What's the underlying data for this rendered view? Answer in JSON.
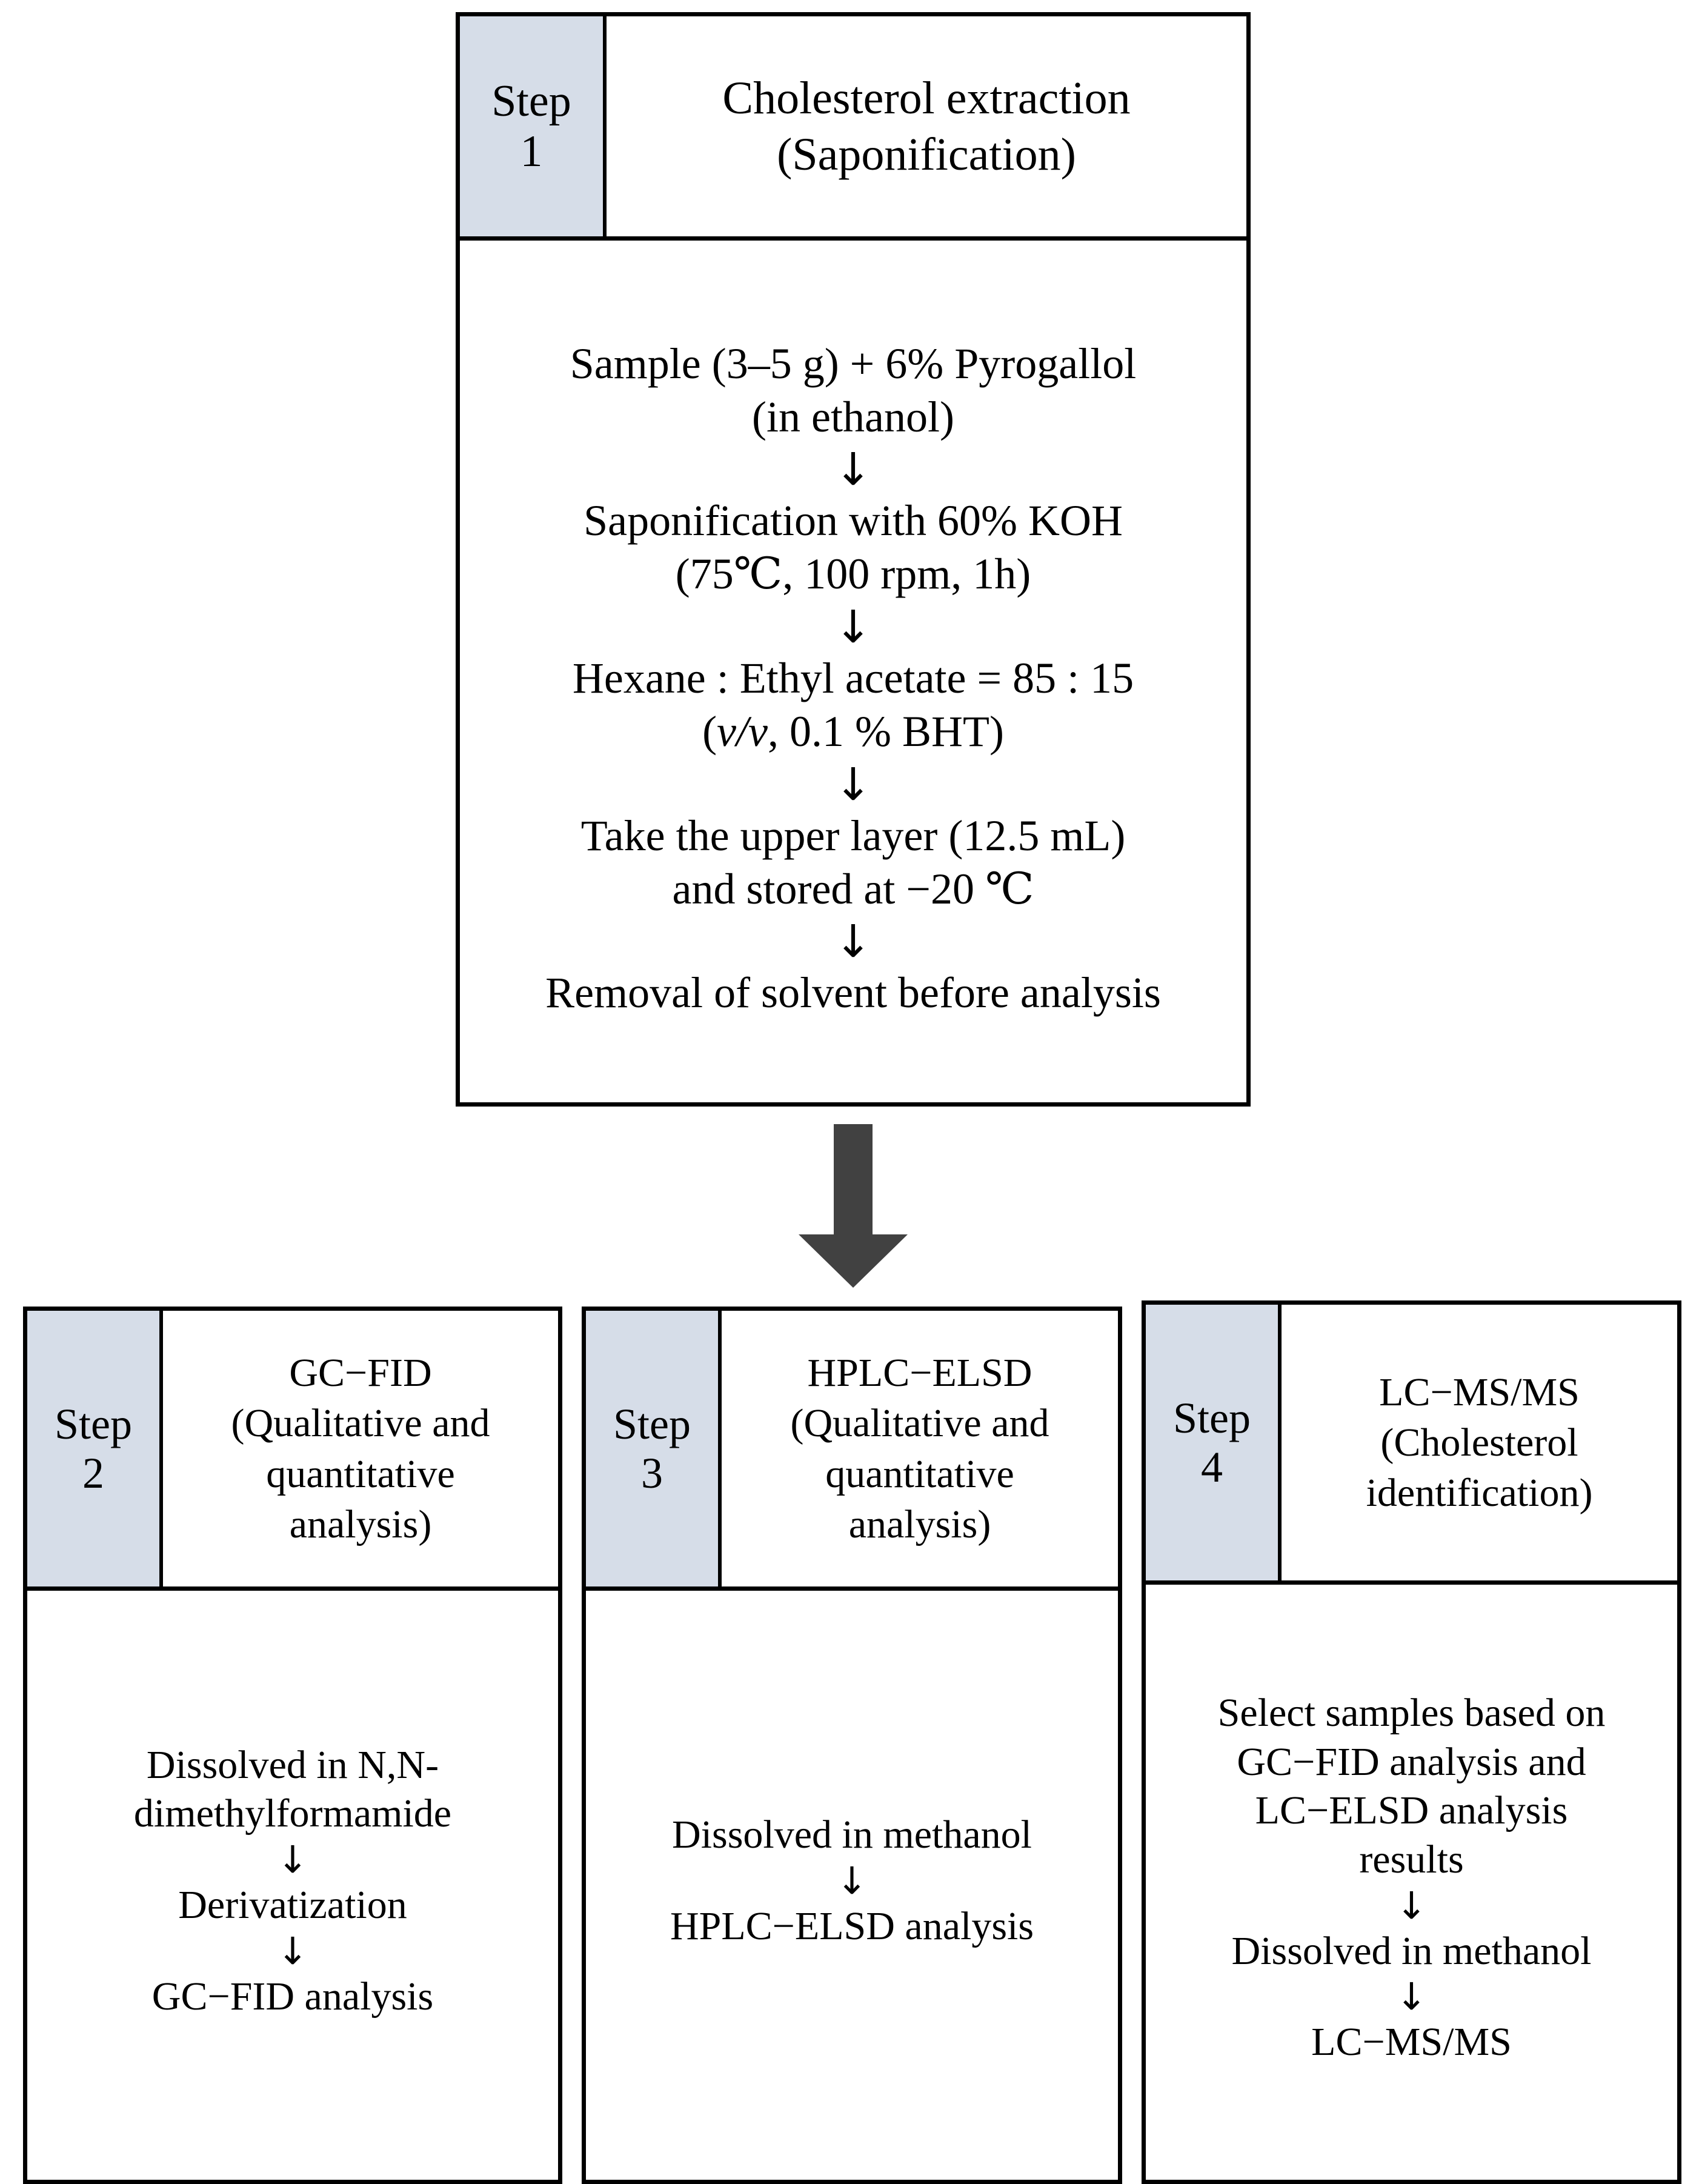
{
  "diagram": {
    "title": "Cholesterol analysis workflow flowchart",
    "accent_fill": "#d6dde8",
    "border_color": "#000000",
    "connector_arrow_color": "#414141"
  },
  "step1": {
    "step_word": "Step",
    "step_number": "1",
    "title_lines": [
      "Cholesterol extraction",
      "(Saponification)"
    ],
    "arrow_glyph": "↓",
    "flow": [
      {
        "type": "text",
        "lines": [
          "Sample (3–5 g) + 6% Pyrogallol",
          "(in ethanol)"
        ]
      },
      {
        "type": "arrow"
      },
      {
        "type": "text",
        "lines": [
          "Saponification with 60% KOH",
          "(75℃, 100 rpm, 1h)"
        ]
      },
      {
        "type": "arrow"
      },
      {
        "type": "text",
        "lines": [
          "Hexane : Ethyl acetate = 85 : 15",
          "(v/v, 0.1 % BHT)"
        ]
      },
      {
        "type": "arrow"
      },
      {
        "type": "text",
        "lines": [
          "Take the upper layer (12.5 mL)",
          "and stored at −20 ℃"
        ]
      },
      {
        "type": "arrow"
      },
      {
        "type": "text",
        "lines": [
          "Removal of solvent before analysis"
        ]
      }
    ]
  },
  "step2": {
    "step_word": "Step",
    "step_number": "2",
    "title_lines": [
      "GC−FID",
      "(Qualitative and",
      "quantitative",
      "analysis)"
    ],
    "arrow_glyph": "↓",
    "flow": [
      {
        "type": "text",
        "lines": [
          "Dissolved in N,N-",
          "dimethylformamide"
        ]
      },
      {
        "type": "arrow"
      },
      {
        "type": "text",
        "lines": [
          "Derivatization"
        ]
      },
      {
        "type": "arrow"
      },
      {
        "type": "text",
        "lines": [
          "GC−FID analysis"
        ]
      }
    ]
  },
  "step3": {
    "step_word": "Step",
    "step_number": "3",
    "title_lines": [
      "HPLC−ELSD",
      "(Qualitative and",
      "quantitative",
      "analysis)"
    ],
    "arrow_glyph": "↓",
    "flow": [
      {
        "type": "text",
        "lines": [
          "Dissolved in methanol"
        ]
      },
      {
        "type": "arrow"
      },
      {
        "type": "text",
        "lines": [
          "HPLC−ELSD analysis"
        ]
      }
    ]
  },
  "step4": {
    "step_word": "Step",
    "step_number": "4",
    "title_lines": [
      "LC−MS/MS",
      "(Cholesterol",
      "identification)"
    ],
    "arrow_glyph": "↓",
    "flow": [
      {
        "type": "text",
        "lines": [
          "Select samples based on",
          "GC−FID analysis and",
          "LC−ELSD analysis",
          "results"
        ]
      },
      {
        "type": "arrow"
      },
      {
        "type": "text",
        "lines": [
          "Dissolved in methanol"
        ]
      },
      {
        "type": "arrow"
      },
      {
        "type": "text",
        "lines": [
          "LC−MS/MS"
        ]
      }
    ]
  },
  "connector": {
    "icon": "down-arrow-icon"
  }
}
